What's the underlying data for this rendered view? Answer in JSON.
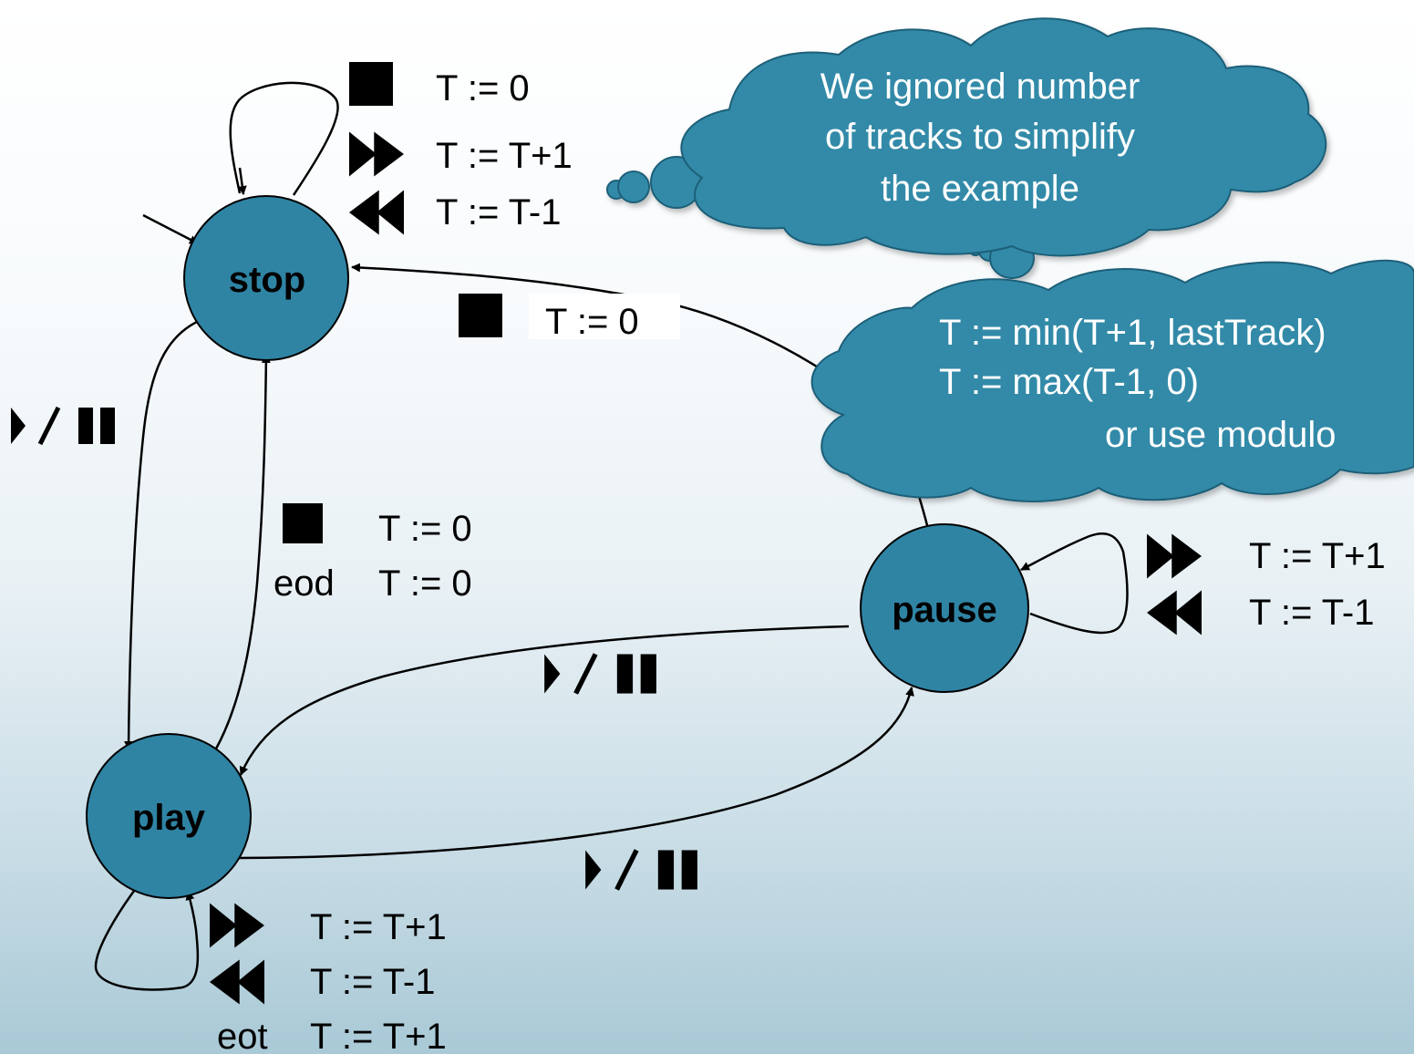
{
  "states": {
    "stop": "stop",
    "play": "play",
    "pause": "pause"
  },
  "labels": {
    "stop_self_stop": "T := 0",
    "stop_self_ff": "T := T+1",
    "stop_self_rew": "T := T-1",
    "pause_to_stop": "T := 0",
    "play_to_stop_stop": "T := 0",
    "play_to_stop_eod_key": "eod",
    "play_to_stop_eod": "T := 0",
    "pause_self_ff": "T := T+1",
    "pause_self_rew": "T := T-1",
    "play_self_ff": "T := T+1",
    "play_self_rew": "T := T-1",
    "play_self_eot_key": "eot",
    "play_self_eot": "T := T+1"
  },
  "clouds": {
    "note1": [
      "We ignored number",
      "of tracks to simplify",
      "the example"
    ],
    "note2": [
      "T := min(T+1, lastTrack)",
      "T := max(T-1, 0)",
      "or use modulo"
    ]
  },
  "icons": [
    "stop-icon",
    "fast-forward-icon",
    "rewind-icon",
    "play-pause-icon"
  ],
  "colors": {
    "state_fill": "#2f84a4",
    "cloud_fill": "#338aa8",
    "ink": "#000000"
  }
}
